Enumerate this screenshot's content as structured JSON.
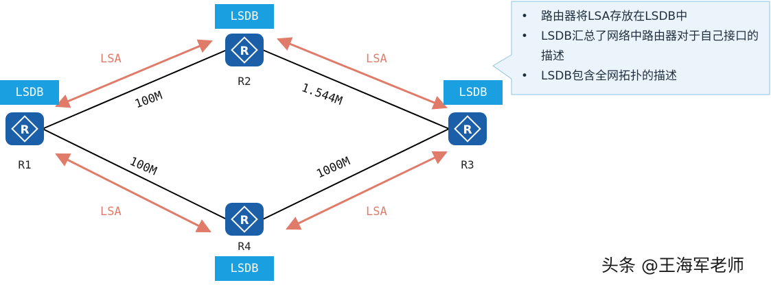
{
  "routers": [
    {
      "id": "r1",
      "label": "R1",
      "lsdb": "LSDB"
    },
    {
      "id": "r2",
      "label": "R2",
      "lsdb": "LSDB"
    },
    {
      "id": "r3",
      "label": "R3",
      "lsdb": "LSDB"
    },
    {
      "id": "r4",
      "label": "R4",
      "lsdb": "LSDB"
    }
  ],
  "links": [
    {
      "from": "R1",
      "to": "R2",
      "bandwidth": "100M"
    },
    {
      "from": "R2",
      "to": "R3",
      "bandwidth": "1.544M"
    },
    {
      "from": "R1",
      "to": "R4",
      "bandwidth": "100M"
    },
    {
      "from": "R4",
      "to": "R3",
      "bandwidth": "1000M"
    }
  ],
  "lsa_label": "LSA",
  "callout": {
    "bullets": [
      "路由器将LSA存放在LSDB中",
      "LSDB汇总了网络中路由器对于自己接口的描述",
      "LSDB包含全网拓扑的描述"
    ]
  },
  "watermark": "头条 @王海军老师",
  "colors": {
    "router_fill": "#1a5fa8",
    "lsdb_fill": "#1a9fe0",
    "lsa_arrow": "#e07b6a",
    "callout_fill": "#eaf4fa",
    "callout_border": "#8cc4e4"
  }
}
